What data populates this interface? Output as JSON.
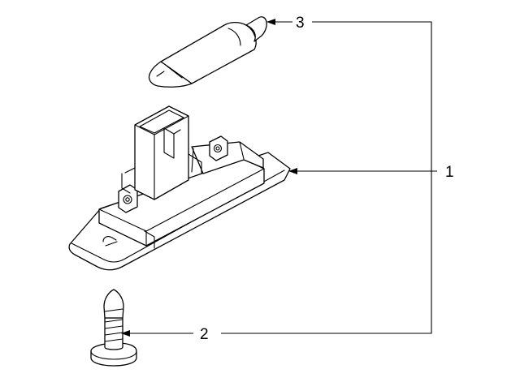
{
  "callouts": [
    {
      "id": "1",
      "label": "1",
      "part": "license-lamp-housing"
    },
    {
      "id": "2",
      "label": "2",
      "part": "screw"
    },
    {
      "id": "3",
      "label": "3",
      "part": "bulb"
    }
  ],
  "colors": {
    "line": "#000000",
    "background": "#ffffff"
  }
}
